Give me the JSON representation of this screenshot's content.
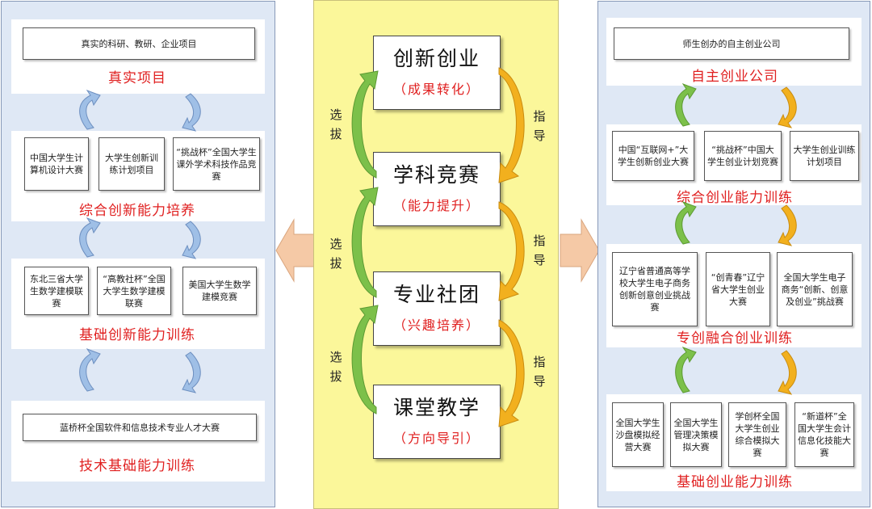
{
  "left": {
    "top_box": "真实的科研、教研、企业项目",
    "title1": "真实项目",
    "boxes2": [
      "中国大学生计算机设计大赛",
      "大学生创新训练计划项目",
      "“挑战杯”全国大学生课外学术科技作品竞赛"
    ],
    "title2": "综合创新能力培养",
    "boxes3": [
      "东北三省大学生数学建模联赛",
      "“高教社杯”全国大学生数学建模联赛",
      "美国大学生数学建模竞赛"
    ],
    "title3": "基础创新能力训练",
    "box4": "蓝桥杯全国软件和信息技术专业人才大赛",
    "title4": "技术基础能力训练"
  },
  "center": {
    "stages": [
      {
        "title": "创新创业",
        "sub": "（成果转化）"
      },
      {
        "title": "学科竞赛",
        "sub": "（能力提升）"
      },
      {
        "title": "专业社团",
        "sub": "（兴趣培养）"
      },
      {
        "title": "课堂教学",
        "sub": "（方向导引）"
      }
    ],
    "left_label": "选拔",
    "right_label": "指导"
  },
  "right": {
    "top_box": "师生创办的自主创业公司",
    "title1": "自主创业公司",
    "boxes2": [
      "中国“互联网+”大学生创新创业大赛",
      "“挑战杯”中国大学生创业计划竞赛",
      "大学生创业训练计划项目"
    ],
    "title2": "综合创业能力训练",
    "boxes3": [
      "辽宁省普通高等学校大学生电子商务创新创意创业挑战赛",
      "“创青春”辽宁省大学生创业大赛",
      "全国大学生电子商务“创新、创意及创业”挑战赛"
    ],
    "title3": "专创融合创业训练",
    "boxes4": [
      "全国大学生沙盘模拟经营大赛",
      "全国大学生管理决策模拟大赛",
      "学创杯全国大学生创业综合模拟大赛",
      "“新道杯”全国大学生会计信息化技能大赛"
    ],
    "title4": "基础创业能力训练"
  },
  "colors": {
    "red_text": "#e02020",
    "center_bg": "#fbf79a",
    "band": "#dfe8f5",
    "green_arrow": "#7cc04a",
    "orange_arrow": "#f2b01e",
    "blue_arrow": "#9fbfe6",
    "side_arrow": "#f5c9a6"
  }
}
